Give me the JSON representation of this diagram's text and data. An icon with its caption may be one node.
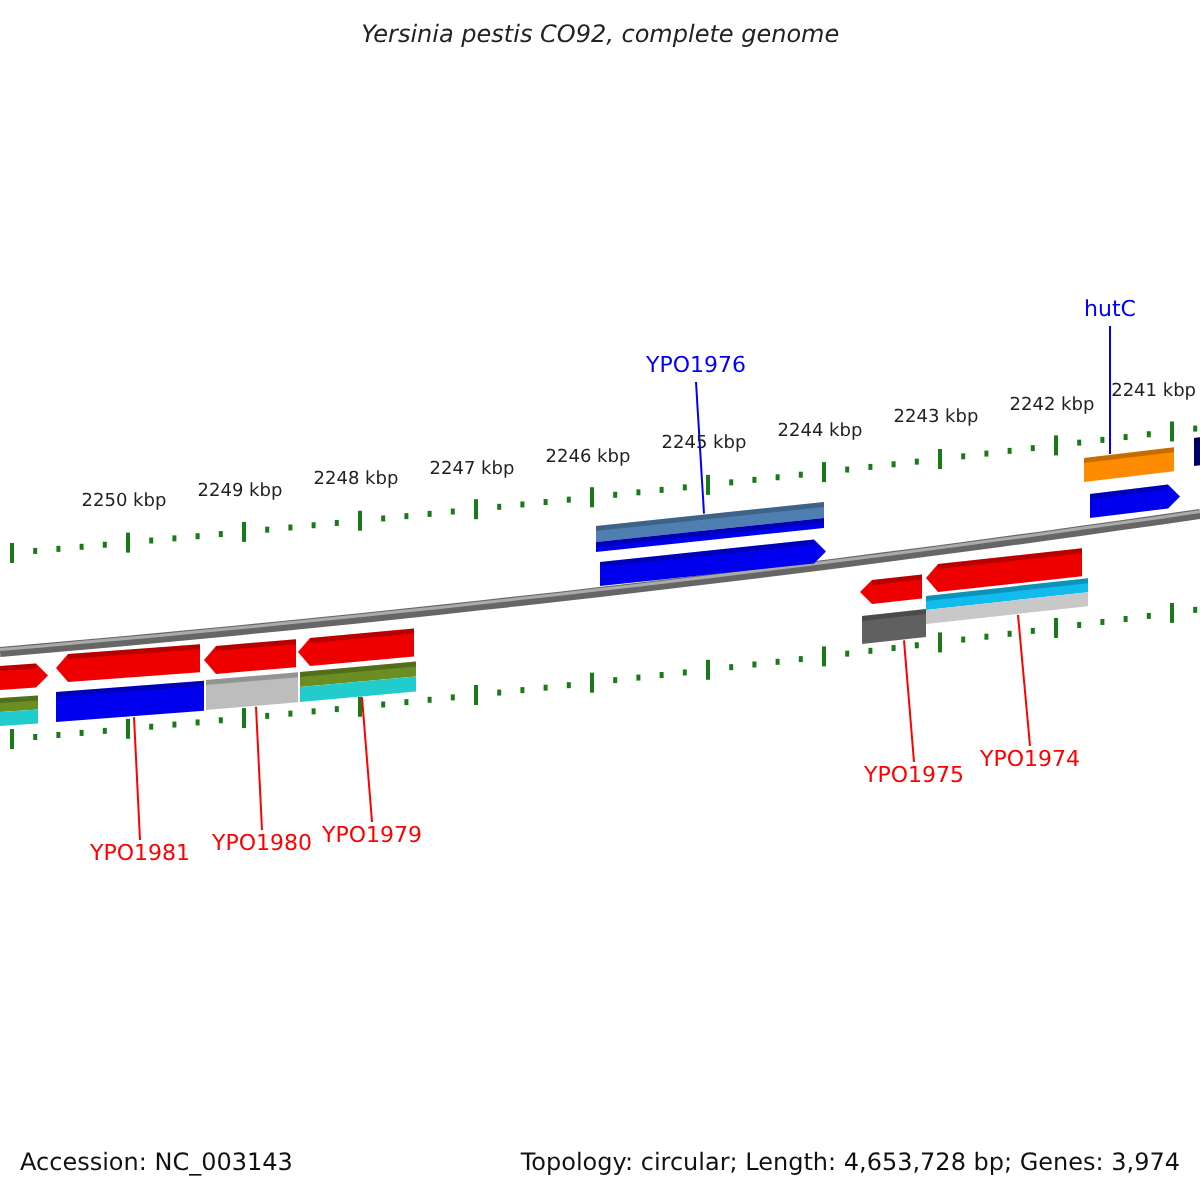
{
  "diagram": {
    "title": "Yersinia pestis CO92, complete genome",
    "nodes": [
      {
        "text": [
          "YPO1976"
        ]
      },
      {
        "text": [],
        "shape": "bar"
      },
      {
        "text": [
          "hutC"
        ]
      },
      {
        "text": [],
        "shape": "bar"
      },
      {
        "text": [
          "YPO1981"
        ]
      },
      {
        "text": [],
        "shape": "bar"
      },
      {
        "text": [
          "YPO1980"
        ]
      },
      {
        "text": [],
        "shape": "bar"
      },
      {
        "text": [
          "YPO1979"
        ]
      },
      {
        "text": [],
        "shape": "bar"
      },
      {
        "text": [
          "YPO1975"
        ]
      },
      {
        "text": [],
        "shape": "bar"
      },
      {
        "text": [
          "YPO1974"
        ]
      },
      {
        "text": [],
        "shape": "bar"
      },
      {
        "text": [],
        "shape": "arrow"
      },
      {
        "text": [],
        "shape": "bar"
      },
      {
        "text": [],
        "shape": "arrow"
      },
      {
        "text": [],
        "shape": "arrow"
      },
      {
        "text": [],
        "shape": "arrow"
      },
      {
        "text": [],
        "shape": "arrow"
      },
      {
        "text": [],
        "shape": "bar"
      },
      {
        "text": [],
        "shape": "arrow"
      },
      {
        "text": [],
        "shape": "arrow"
      },
      {
        "text": [],
        "shape": "arrow"
      },
      {
        "text": [],
        "shape": "bar"
      }
    ],
    "edges": [
      {
        "from": 0,
        "to": 1,
        "arrow": "none",
        "color": "#0000ff"
      },
      {
        "from": 2,
        "to": 3,
        "arrow": "none",
        "color": "#0000ff"
      },
      {
        "from": 4,
        "to": 5,
        "arrow": "none"
      },
      {
        "from": 6,
        "to": 7,
        "arrow": "none"
      },
      {
        "from": 8,
        "to": 9,
        "arrow": "none"
      },
      {
        "from": 10,
        "to": 11,
        "arrow": "none"
      },
      {
        "from": 12,
        "to": 13,
        "arrow": "none"
      }
    ],
    "labels": [
      "2250 kbp",
      "2249 kbp",
      "2248 kbp",
      "2247 kbp",
      "2246 kbp",
      "2245 kbp",
      "2244 kbp",
      "2243 kbp",
      "2242 kbp",
      "2241 kbp",
      "Accession: NC_003143",
      "Topology: circular; Length: 4,653,728 bp; Genes: 3,974"
    ]
  }
}
